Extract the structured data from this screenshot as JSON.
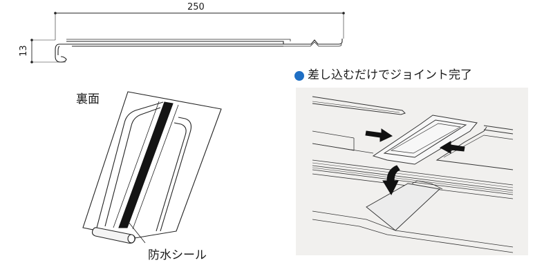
{
  "profile": {
    "width_dimension": "250",
    "height_dimension": "13"
  },
  "back_view": {
    "title": "裏面",
    "seal_callout": "防水シール"
  },
  "joint_view": {
    "caption": "差し込むだけでジョイント完了",
    "bullet_color": "#1f6fc4",
    "panel_color": "#f1f0ee"
  }
}
